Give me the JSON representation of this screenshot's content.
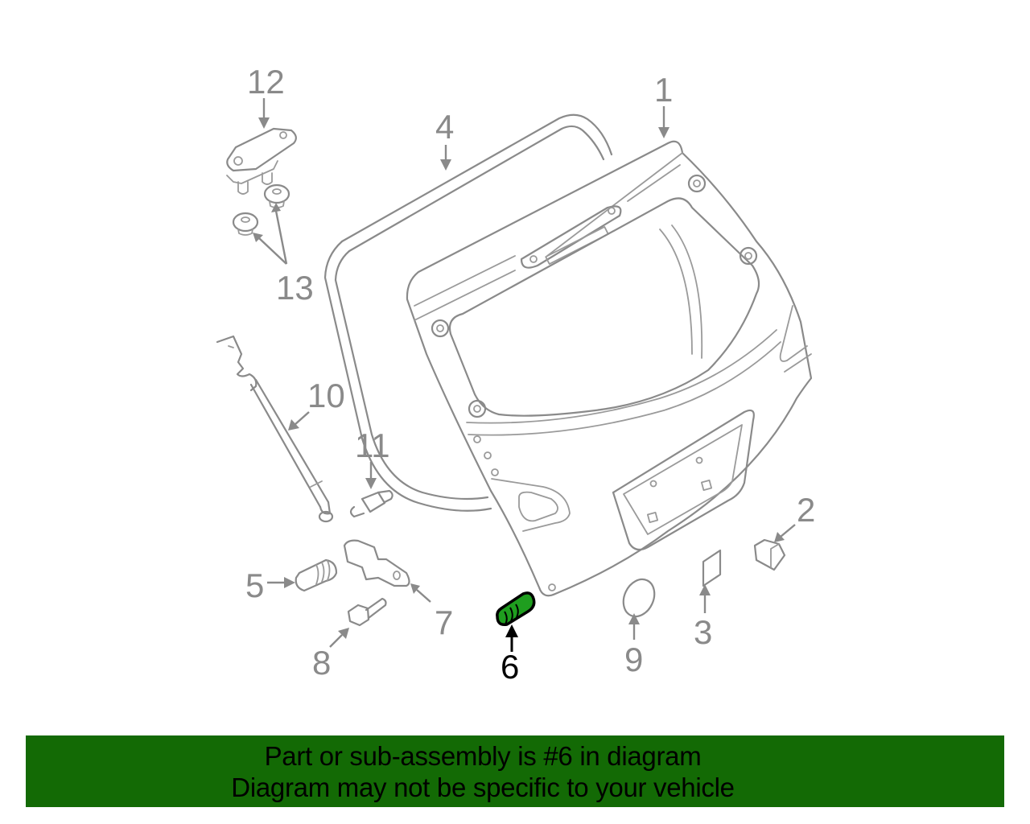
{
  "diagram": {
    "title": "Liftgate assembly exploded parts diagram",
    "highlighted_part": "6",
    "highlight_color": "#1f9e1f",
    "line_color": "#8a8a8a",
    "callouts": [
      {
        "id": "1",
        "label": "1",
        "part": "liftgate"
      },
      {
        "id": "2",
        "label": "2",
        "part": "bumper-block"
      },
      {
        "id": "3",
        "label": "3",
        "part": "plate-clip"
      },
      {
        "id": "4",
        "label": "4",
        "part": "weatherstrip"
      },
      {
        "id": "5",
        "label": "5",
        "part": "bumper"
      },
      {
        "id": "6",
        "label": "6",
        "part": "stopper"
      },
      {
        "id": "7",
        "label": "7",
        "part": "bracket"
      },
      {
        "id": "8",
        "label": "8",
        "part": "bolt"
      },
      {
        "id": "9",
        "label": "9",
        "part": "plug"
      },
      {
        "id": "10",
        "label": "10",
        "part": "lift-support-strut"
      },
      {
        "id": "11",
        "label": "11",
        "part": "ball-stud"
      },
      {
        "id": "12",
        "label": "12",
        "part": "hinge"
      },
      {
        "id": "13",
        "label": "13",
        "part": "hinge-bushings"
      }
    ]
  },
  "banner": {
    "background": "#136a05",
    "line1": "Part or sub-assembly is #6 in diagram",
    "line2": "Diagram may not be specific to your vehicle"
  }
}
